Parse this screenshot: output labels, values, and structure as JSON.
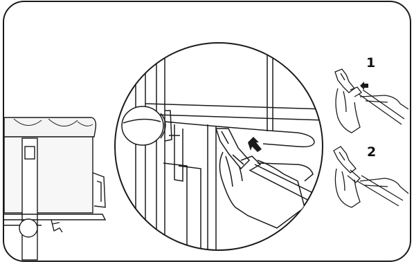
{
  "steps": {
    "first": "1",
    "second": "2"
  },
  "colors": {
    "stroke": "#1a1a1a",
    "fabric": "#f2f2f2",
    "background": "#ffffff"
  },
  "icons": {
    "bed": "bedside-crib-illustration",
    "zoom": "magnified-buckle-detail",
    "arrow": "push-arrow-icon"
  }
}
